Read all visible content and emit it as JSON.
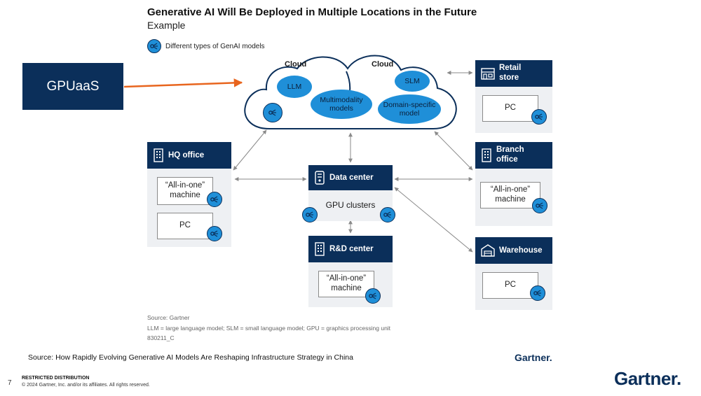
{
  "title": "Generative AI Will Be Deployed in Multiple Locations in the Future",
  "subtitle": "Example",
  "legend": "Different types of GenAI models",
  "gpuaas": "GPUaaS",
  "cloud": {
    "left_label": "Cloud",
    "right_label": "Cloud",
    "models": [
      "LLM",
      "Multimodality models",
      "SLM",
      "Domain-specific model"
    ]
  },
  "nodes": {
    "retail": {
      "label": "Retail store",
      "box": "PC"
    },
    "hq": {
      "label": "HQ office",
      "boxes": [
        "“All-in-one” machine",
        "PC"
      ]
    },
    "datacenter": {
      "label": "Data center",
      "text": "GPU clusters"
    },
    "branch": {
      "label": "Branch office",
      "box": "“All-in-one” machine"
    },
    "rd": {
      "label": "R&D center",
      "box": "“All-in-one” machine"
    },
    "warehouse": {
      "label": "Warehouse",
      "box": "PC"
    }
  },
  "notes": {
    "source": "Source: Gartner",
    "abbr": "LLM = large language model; SLM = small language model; GPU = graphics processing unit",
    "code": "830211_C"
  },
  "footer": {
    "source": "Source: How Rapidly Evolving Generative AI Models Are Reshaping Infrastructure Strategy in China",
    "brand_small": "Gartner.",
    "page": "7",
    "restricted": "RESTRICTED DISTRIBUTION",
    "copyright": "© 2024 Gartner, Inc. and/or its affiliates. All rights reserved.",
    "brand_large": "Gartner."
  },
  "colors": {
    "navy": "#0b2f5a",
    "blue": "#1f8fd8",
    "panel": "#eef0f3",
    "arrow_orange": "#e8651e",
    "connector": "#8a8a8a"
  },
  "icons": [
    "genai-model-icon",
    "building-icon",
    "store-icon",
    "server-icon",
    "warehouse-icon"
  ]
}
